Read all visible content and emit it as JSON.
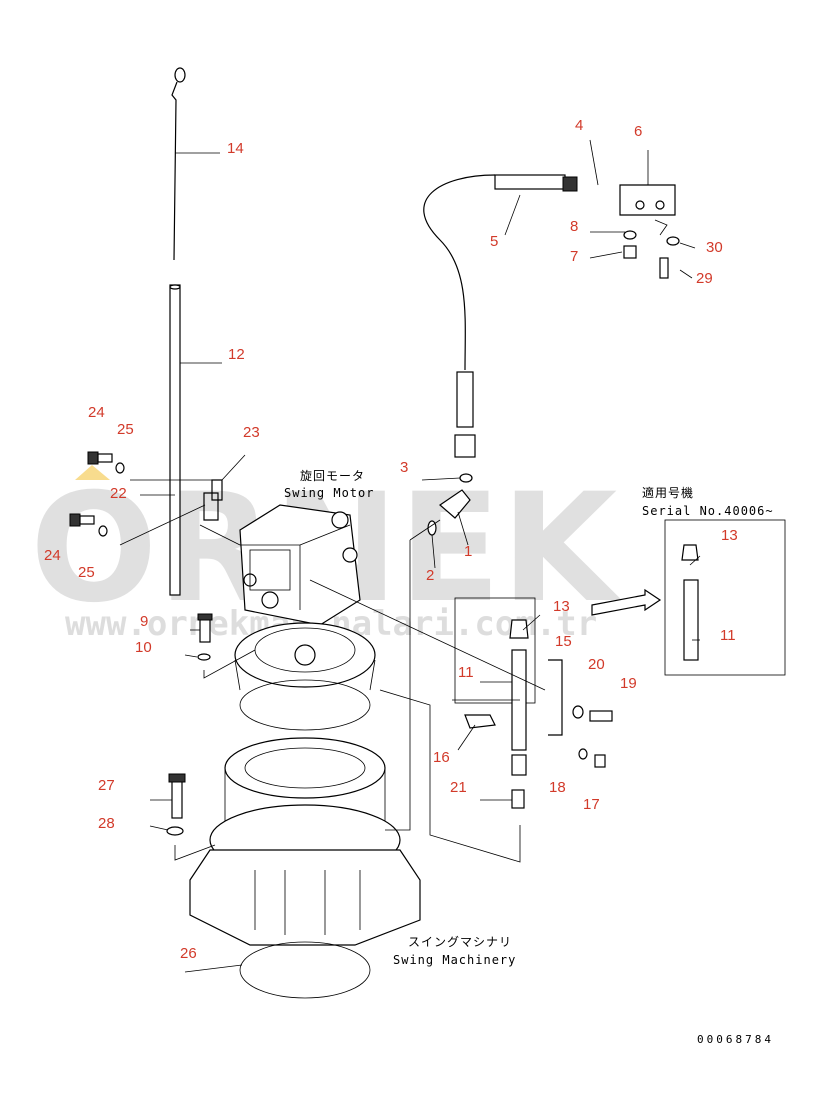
{
  "watermark": {
    "logo_text": "ORNEK",
    "url_text": "www.ornekmakinalari.com.tr"
  },
  "captions": {
    "swing_motor_jp": "旋回モータ",
    "swing_motor_en": "Swing Motor",
    "swing_machinery_jp": "スイングマシナリ",
    "swing_machinery_en": "Swing Machinery",
    "serial_jp": "適用号機",
    "serial_en": "Serial No.40006~"
  },
  "document_number": "00068784",
  "part_callouts": [
    "1",
    "2",
    "3",
    "4",
    "5",
    "6",
    "7",
    "8",
    "9",
    "10",
    "11",
    "11",
    "12",
    "13",
    "13",
    "14",
    "15",
    "16",
    "17",
    "18",
    "19",
    "20",
    "21",
    "22",
    "23",
    "24",
    "24",
    "25",
    "25",
    "26",
    "27",
    "28",
    "29",
    "30"
  ],
  "colors": {
    "callout": "#d23a2a",
    "line": "#000000",
    "watermark": "#c8c8c8"
  }
}
